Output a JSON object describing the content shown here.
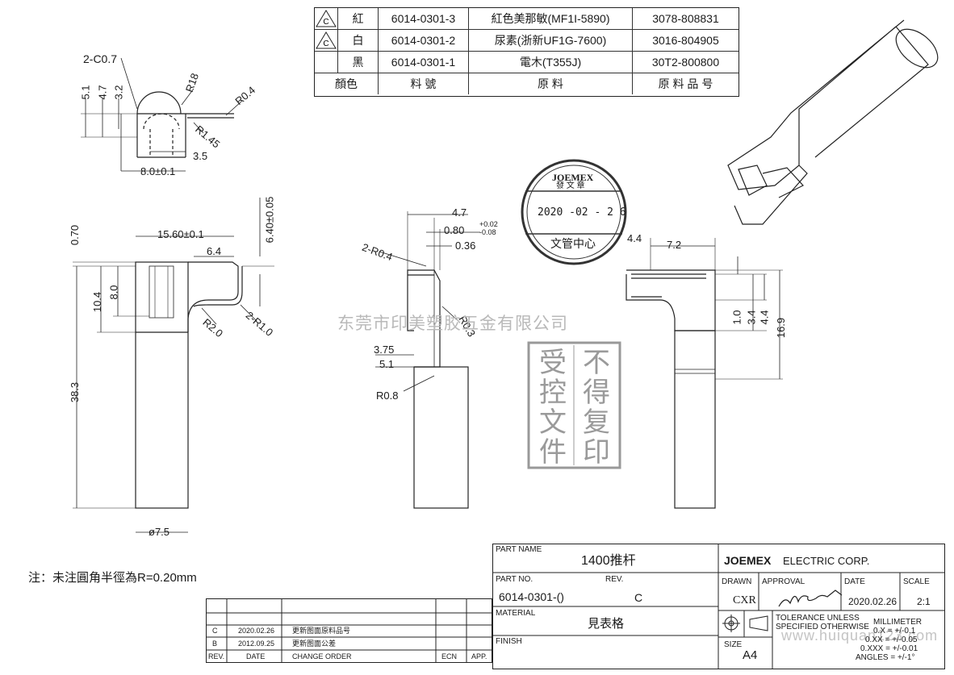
{
  "materials": {
    "rows": [
      {
        "mark": "C",
        "color": "紅",
        "part_no": "6014-0301-3",
        "material": "紅色美那敏(MF1I-5890)",
        "material_no": "3078-808831"
      },
      {
        "mark": "C",
        "color": "白",
        "part_no": "6014-0301-2",
        "material": "尿素(浙新UF1G-7600)",
        "material_no": "3016-804905"
      },
      {
        "mark": "",
        "color": "黑",
        "part_no": "6014-0301-1",
        "material": "電木(T355J)",
        "material_no": "30T2-800800"
      }
    ],
    "header": {
      "color": "顏色",
      "part_no": "料 號",
      "material": "原 料",
      "material_no": "原 料 品 号"
    }
  },
  "dims": {
    "top_view": {
      "c": "2-C0.7",
      "d51": "5.1",
      "d47": "4.7",
      "d32": "3.2",
      "r18": "R18",
      "r04": "R0.4",
      "r145": "R1.45",
      "d35": "3.5",
      "d80": "8.0±0.1"
    },
    "front_view": {
      "d070": "0.70",
      "d156": "15.60±0.1",
      "d64": "6.4",
      "d640": "6.40±0.05",
      "d104": "10.4",
      "d80": "8.0",
      "r20": "R2.0",
      "r10": "2-R1.0",
      "d383": "38.3",
      "d75": "ø7.5"
    },
    "side_view": {
      "d47": "4.7",
      "d080": "0.80",
      "tol_plus": "+0.02",
      "tol_minus": "-0.08",
      "d036": "0.36",
      "r04": "2-R0.4",
      "r03": "R0.3",
      "d375": "3.75",
      "d51": "5.1",
      "r08": "R0.8"
    },
    "right_view": {
      "d44": "4.4",
      "d72": "7.2",
      "d10": "1.0",
      "d34": "3.4",
      "d44b": "4.4",
      "d169": "16.9"
    }
  },
  "stamp": {
    "company": "JOEMEX",
    "dept": "發 文 章",
    "date": "2020 -02 - 2 6",
    "center": "文管中心"
  },
  "control_stamp": {
    "col1": [
      "受",
      "控",
      "文",
      "件"
    ],
    "col2": [
      "不",
      "得",
      "复",
      "印"
    ]
  },
  "watermark": "东莞市印美塑胶五金有限公司",
  "watermark2": "www.huiquan123.com",
  "note": "注：未注圓角半徑為R=0.20mm",
  "title_block": {
    "part_name_label": "PART NAME",
    "part_name": "1400推杆",
    "company_brand": "JOEMEX",
    "company_rest": "ELECTRIC CORP.",
    "part_no_label": "PART NO.",
    "part_no": "6014-0301-()",
    "rev_label": "REV.",
    "rev": "C",
    "drawn_label": "DRAWN",
    "drawn": "CXR",
    "approval_label": "APPROVAL",
    "date_label": "DATE",
    "date": "2020.02.26",
    "scale_label": "SCALE",
    "scale": "2:1",
    "material_label": "MATERIAL",
    "material": "見表格",
    "finish_label": "FINISH",
    "tolerance1": "TOLERANCE UNLESS",
    "tolerance2": "SPECIFIED OTHERWISE",
    "millimeter": "MILLIMETER",
    "tol_lines": [
      "0.X  =  +/-0.1",
      "0.XX  =  +/-0.05",
      "0.XXX  =  +/-0.01",
      "ANGLES  =  +/-1°"
    ],
    "size_label": "SIZE",
    "size": "A4"
  },
  "revisions": {
    "rows": [
      {
        "rev": "C",
        "date": "2020.02.26",
        "order": "更新图面原料品号"
      },
      {
        "rev": "B",
        "date": "2012.09.25",
        "order": "更新图面公差"
      }
    ],
    "header": {
      "rev": "REV.",
      "date": "DATE",
      "order": "CHANGE ORDER",
      "ecn": "ECN",
      "app": "APP."
    }
  }
}
